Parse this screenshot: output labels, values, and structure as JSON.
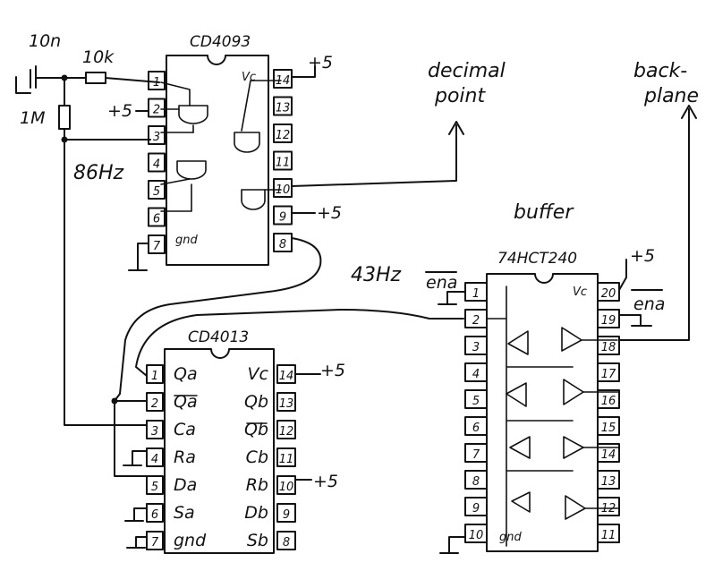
{
  "chips": {
    "cd4093": {
      "name": "CD4093",
      "pin_labels": {
        "vc": "Vc",
        "gnd": "gnd"
      },
      "pins_left": [
        "1",
        "2",
        "3",
        "4",
        "5",
        "6",
        "7"
      ],
      "pins_right": [
        "14",
        "13",
        "12",
        "11",
        "10",
        "9",
        "8"
      ]
    },
    "cd4013": {
      "name": "CD4013",
      "pins_left": [
        "1",
        "2",
        "3",
        "4",
        "5",
        "6",
        "7"
      ],
      "pins_right": [
        "14",
        "13",
        "12",
        "11",
        "10",
        "9",
        "8"
      ],
      "labels_left": [
        "Qa",
        "Qa",
        "Ca",
        "Ra",
        "Da",
        "Sa",
        "gnd"
      ],
      "labels_right": [
        "Vc",
        "Qb",
        "Qb",
        "Cb",
        "Rb",
        "Db",
        "Sb"
      ]
    },
    "hct240": {
      "name": "74HCT240",
      "pin_labels": {
        "vc": "Vc",
        "gnd": "gnd"
      },
      "pins_left": [
        "1",
        "2",
        "3",
        "4",
        "5",
        "6",
        "7",
        "8",
        "9",
        "10"
      ],
      "pins_right": [
        "20",
        "19",
        "18",
        "17",
        "16",
        "15",
        "14",
        "13",
        "12",
        "11"
      ]
    }
  },
  "components": {
    "capacitor": "10n",
    "resistor_series": "10k",
    "resistor_feedback": "1M"
  },
  "nets": {
    "plus5": "+5",
    "freq_osc": "86Hz",
    "freq_div": "43Hz",
    "enable": "ena"
  },
  "outputs": {
    "decimal_point": [
      "decimal",
      "point"
    ],
    "backplane": [
      "back-",
      "plane"
    ],
    "buffer": "buffer"
  }
}
